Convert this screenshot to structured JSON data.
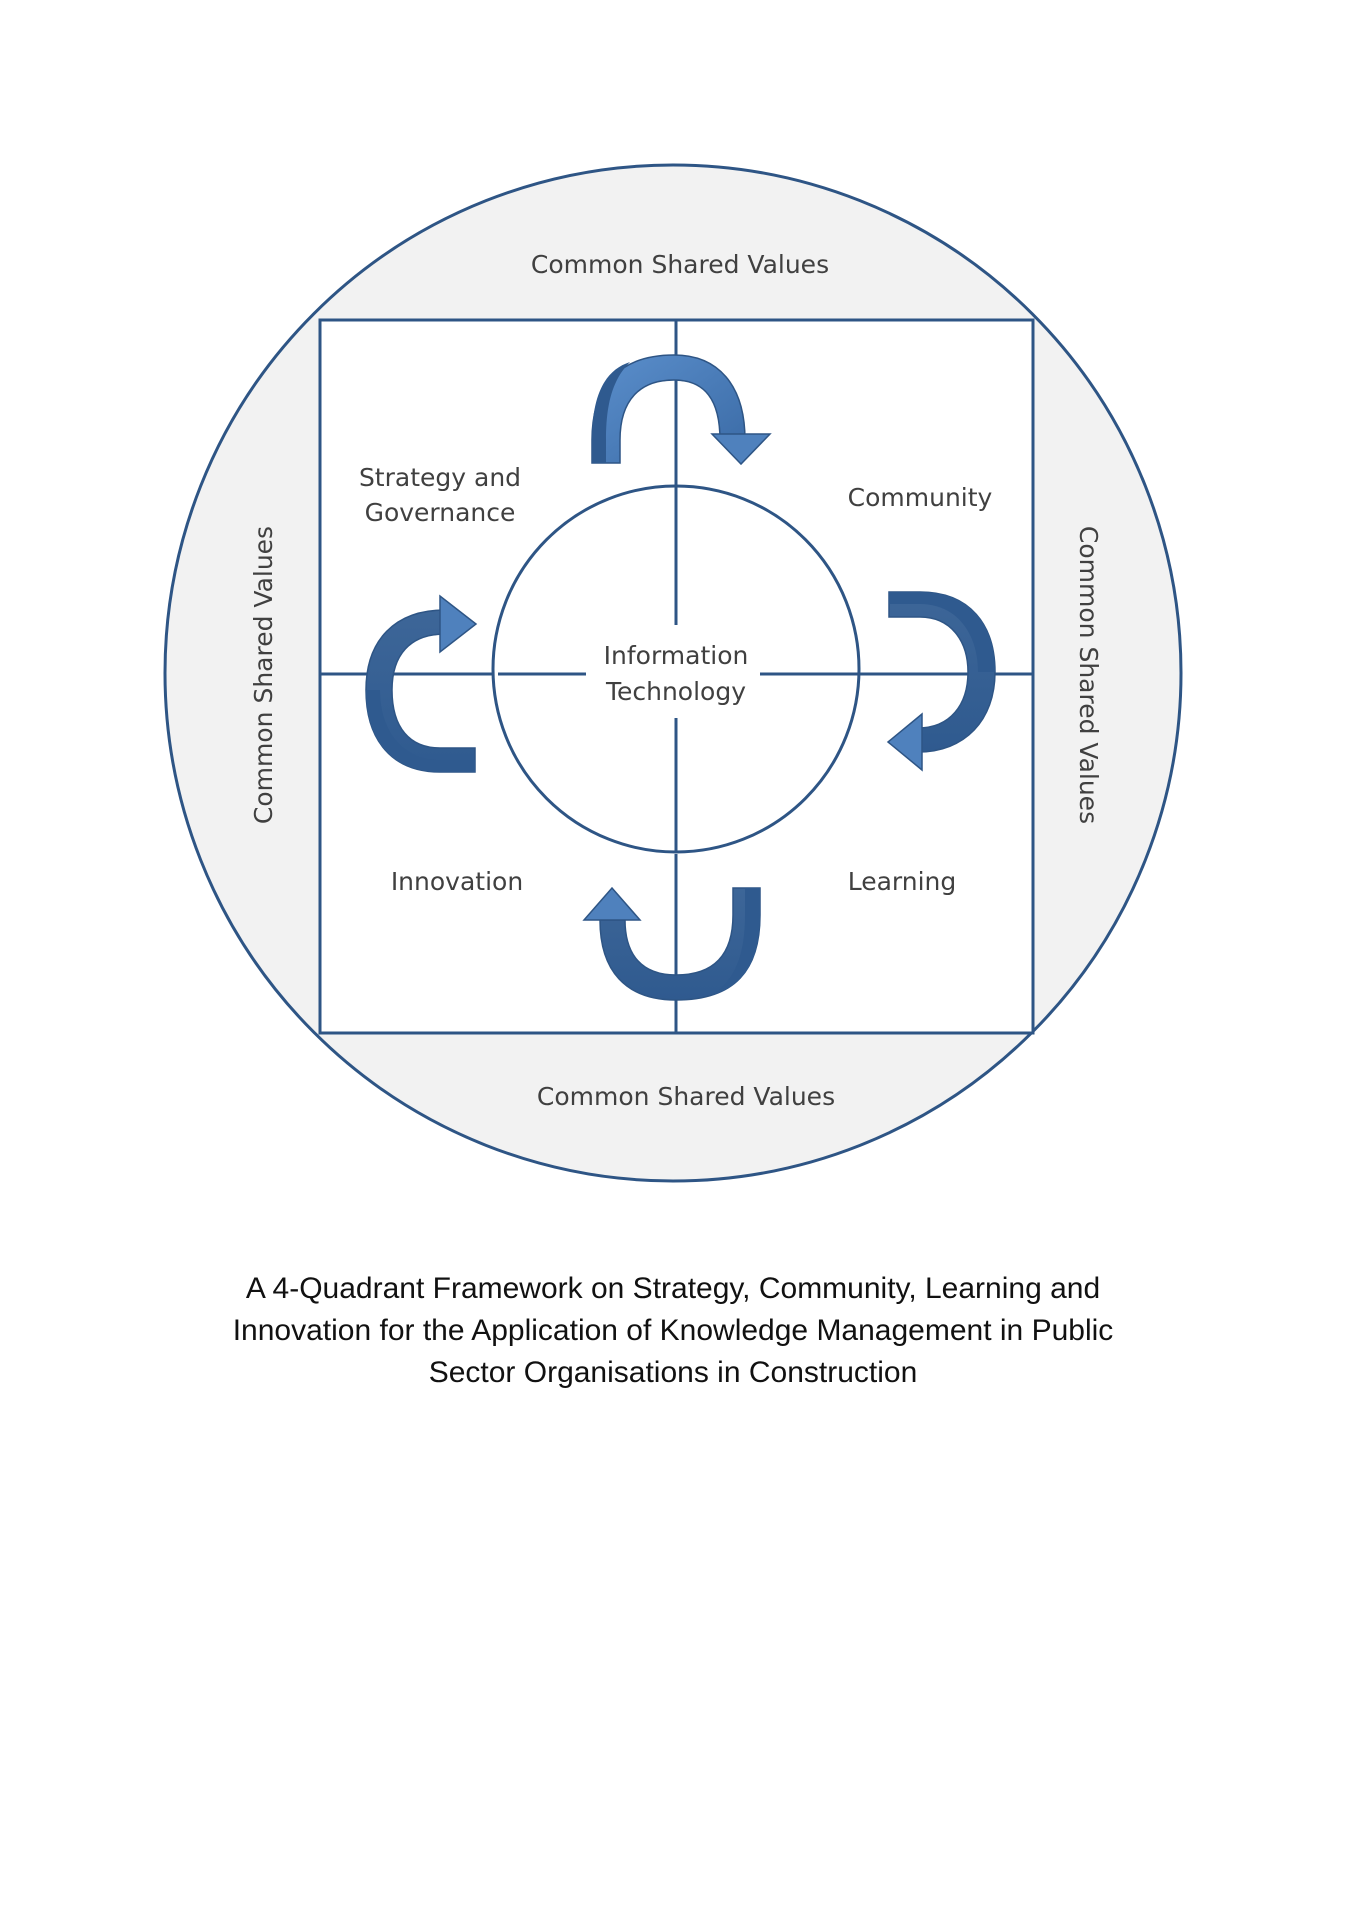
{
  "diagram": {
    "outer_ring_labels": {
      "top": "Common Shared Values",
      "bottom": "Common Shared Values",
      "left": "Common Shared Values",
      "right": "Common Shared Values"
    },
    "quadrants": {
      "top_left": [
        "Strategy and",
        "Governance"
      ],
      "top_right": "Community",
      "bottom_left": "Innovation",
      "bottom_right": "Learning"
    },
    "center": [
      "Information",
      "Technology"
    ],
    "colors": {
      "outline": "#2e5585",
      "ring_fill": "#f2f2f2",
      "arrow_light": "#4f81bd",
      "arrow_dark": "#3a6aa5"
    }
  },
  "caption": [
    "A 4-Quadrant Framework on Strategy, Community, Learning and",
    "Innovation for the Application of Knowledge Management in Public",
    "Sector Organisations in Construction"
  ]
}
